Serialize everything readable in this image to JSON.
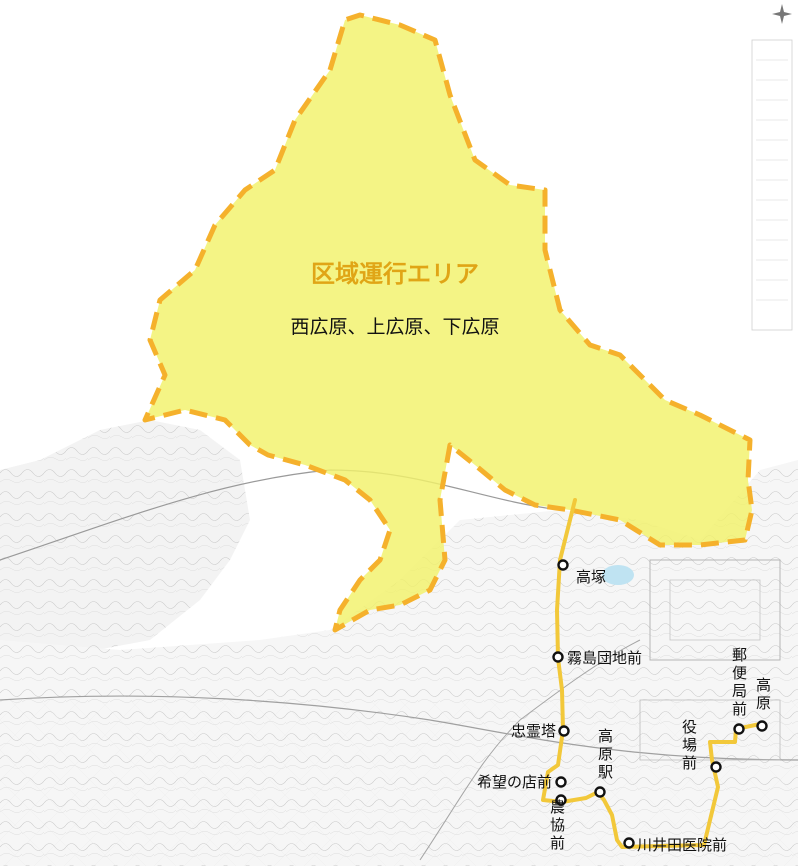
{
  "zone": {
    "title": "区域運行エリア",
    "subtitle": "西広原、上広原、下広原",
    "fill_color": "#f2f16a",
    "border_color": "#f5b12c",
    "title_color": "#e0a516"
  },
  "route": {
    "line_color": "#f2c83a",
    "stops": [
      {
        "id": "takatsuka",
        "name": "高塚"
      },
      {
        "id": "kirishima-danchi-mae",
        "name": "霧島団地前"
      },
      {
        "id": "churei-to",
        "name": "忠霊塔"
      },
      {
        "id": "kibou-no-mise-mae",
        "name": "希望の店前"
      },
      {
        "id": "noukyou-mae",
        "name": "農協前"
      },
      {
        "id": "takaharu-eki",
        "name": "高原駅"
      },
      {
        "id": "kawaida-iin-mae",
        "name": "川井田医院前"
      },
      {
        "id": "yakuba-mae",
        "name": "役場前"
      },
      {
        "id": "yuubinkyoku-mae",
        "name": "郵便局前"
      },
      {
        "id": "takaharu",
        "name": "高原"
      }
    ]
  },
  "compass": {
    "icon": "compass-rose-icon"
  }
}
